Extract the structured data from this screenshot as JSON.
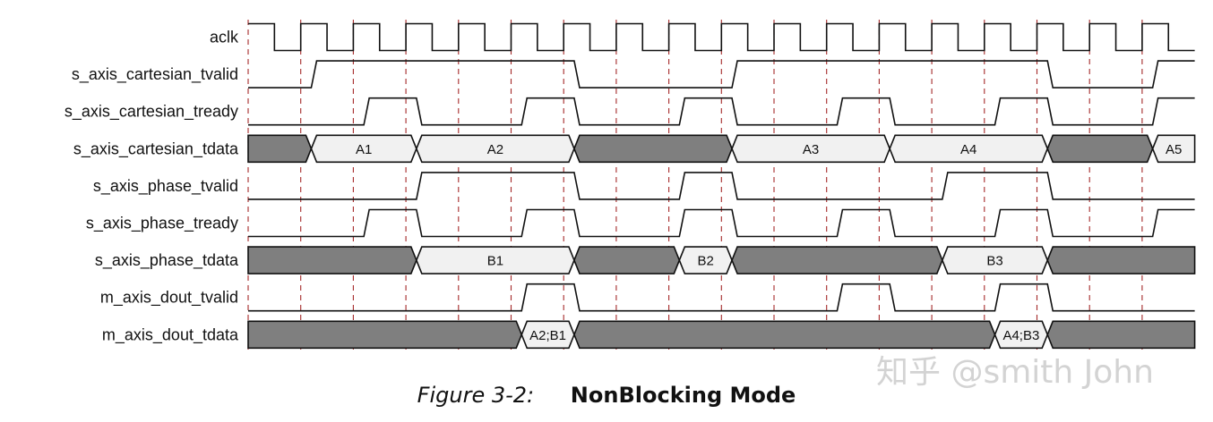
{
  "signals": [
    {
      "name": "aclk",
      "kind": "clock"
    },
    {
      "name": "s_axis_cartesian_tvalid",
      "kind": "wave",
      "highs": [
        [
          1.2,
          6.2
        ],
        [
          9.2,
          15.2
        ],
        [
          17.2,
          18
        ]
      ]
    },
    {
      "name": "s_axis_cartesian_tready",
      "kind": "wave",
      "highs": [
        [
          2.2,
          3.2
        ],
        [
          5.2,
          6.2
        ],
        [
          8.2,
          9.2
        ],
        [
          11.2,
          12.2
        ],
        [
          14.2,
          15.2
        ],
        [
          17.2,
          18
        ]
      ]
    },
    {
      "name": "s_axis_cartesian_tdata",
      "kind": "bus",
      "segments": [
        {
          "from": 0,
          "to": 1.2,
          "fill": "gray"
        },
        {
          "from": 1.2,
          "to": 3.2,
          "fill": "light",
          "label": "A1"
        },
        {
          "from": 3.2,
          "to": 6.2,
          "fill": "light",
          "label": "A2"
        },
        {
          "from": 6.2,
          "to": 9.2,
          "fill": "gray"
        },
        {
          "from": 9.2,
          "to": 12.2,
          "fill": "light",
          "label": "A3"
        },
        {
          "from": 12.2,
          "to": 15.2,
          "fill": "light",
          "label": "A4"
        },
        {
          "from": 15.2,
          "to": 17.2,
          "fill": "gray"
        },
        {
          "from": 17.2,
          "to": 18,
          "fill": "light",
          "label": "A5"
        }
      ]
    },
    {
      "name": "s_axis_phase_tvalid",
      "kind": "wave",
      "highs": [
        [
          3.2,
          6.2
        ],
        [
          8.2,
          9.2
        ],
        [
          13.2,
          15.2
        ]
      ]
    },
    {
      "name": "s_axis_phase_tready",
      "kind": "wave",
      "highs": [
        [
          2.2,
          3.2
        ],
        [
          5.2,
          6.2
        ],
        [
          8.2,
          9.2
        ],
        [
          11.2,
          12.2
        ],
        [
          14.2,
          15.2
        ],
        [
          17.2,
          18
        ]
      ]
    },
    {
      "name": "s_axis_phase_tdata",
      "kind": "bus",
      "segments": [
        {
          "from": 0,
          "to": 3.2,
          "fill": "gray"
        },
        {
          "from": 3.2,
          "to": 6.2,
          "fill": "light",
          "label": "B1"
        },
        {
          "from": 6.2,
          "to": 8.2,
          "fill": "gray"
        },
        {
          "from": 8.2,
          "to": 9.2,
          "fill": "light",
          "label": "B2"
        },
        {
          "from": 9.2,
          "to": 13.2,
          "fill": "gray"
        },
        {
          "from": 13.2,
          "to": 15.2,
          "fill": "light",
          "label": "B3"
        },
        {
          "from": 15.2,
          "to": 18,
          "fill": "gray"
        }
      ]
    },
    {
      "name": "m_axis_dout_tvalid",
      "kind": "wave",
      "highs": [
        [
          5.2,
          6.2
        ],
        [
          11.2,
          12.2
        ],
        [
          14.2,
          15.2
        ]
      ]
    },
    {
      "name": "m_axis_dout_tdata",
      "kind": "bus",
      "segments": [
        {
          "from": 0,
          "to": 5.2,
          "fill": "gray"
        },
        {
          "from": 5.2,
          "to": 6.2,
          "fill": "light",
          "label": "A2;B1"
        },
        {
          "from": 6.2,
          "to": 14.2,
          "fill": "gray"
        },
        {
          "from": 14.2,
          "to": 15.2,
          "fill": "light",
          "label": "A4;B3"
        },
        {
          "from": 15.2,
          "to": 18,
          "fill": "gray"
        }
      ]
    }
  ],
  "clock_cycles": 18,
  "colors": {
    "bus_gray": "#7f7f7f",
    "bus_light": "#f1f1f1",
    "line": "#111111",
    "marker": "#a52a2a",
    "watermark": "#d3d3d3"
  },
  "caption": {
    "number": "Figure 3-2:",
    "title": "NonBlocking Mode"
  },
  "watermark": "知乎 @smith John"
}
